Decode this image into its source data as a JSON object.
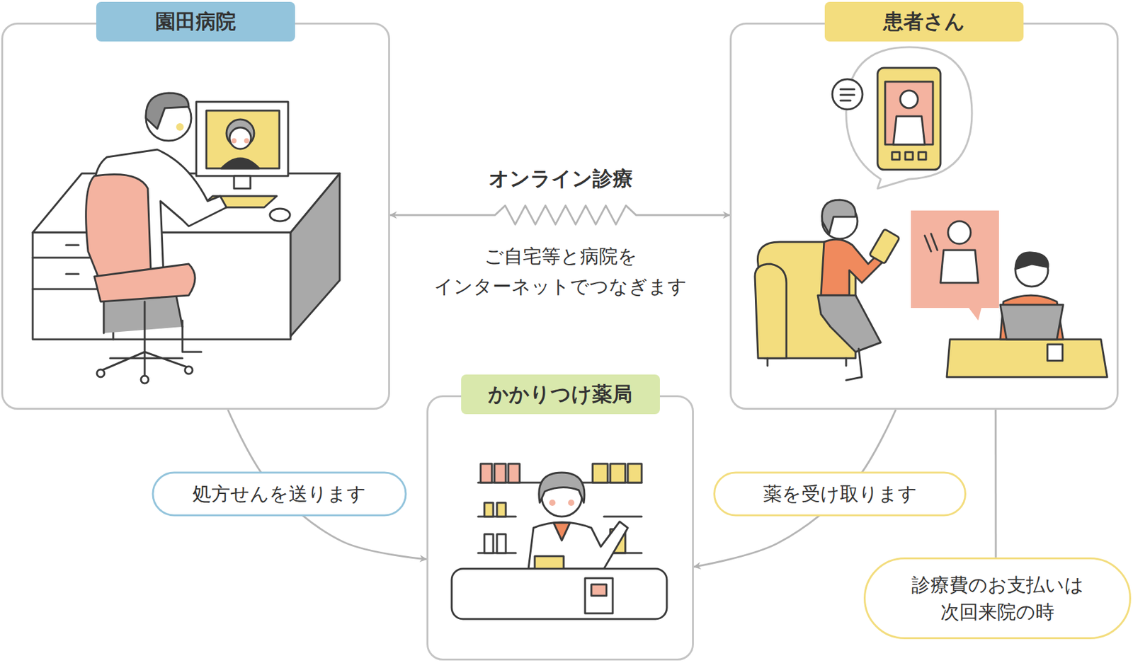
{
  "diagram": {
    "nodes": [
      {
        "text": [
          "園田病院"
        ]
      },
      {
        "text": [
          "患者さん"
        ]
      },
      {
        "text": [
          "かかりつけ薬局"
        ]
      },
      {
        "text": [
          "診療費のお支払いは 次回来院の時"
        ]
      }
    ],
    "edges": [
      {
        "from": 0,
        "to": 1,
        "arrow": "both",
        "label": "オンライン診療"
      },
      {
        "from": 0,
        "to": 2,
        "arrow": "to",
        "label": "処方せんを送ります"
      },
      {
        "from": 1,
        "to": 2,
        "arrow": "to",
        "label": "薬を受け取ります"
      },
      {
        "from": 1,
        "to": 3,
        "arrow": "none"
      }
    ],
    "labels": [
      "ご自宅等と病院を インターネットでつなぎます"
    ]
  }
}
